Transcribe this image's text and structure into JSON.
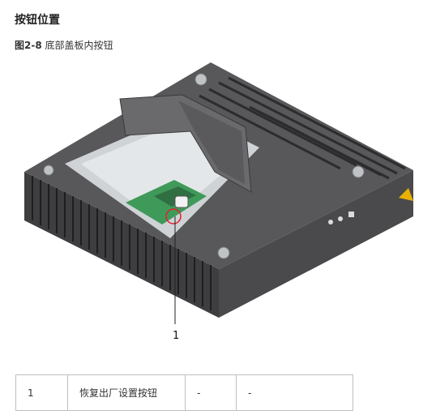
{
  "section": {
    "title": "按钮位置"
  },
  "figure": {
    "number": "图2-8",
    "caption": "底部盖板内按钮",
    "callout": "1"
  },
  "legend_table": {
    "rows": [
      {
        "index": "1",
        "name": "恢复出厂设置按钮",
        "col3": "-",
        "col4": "-"
      }
    ]
  },
  "colors": {
    "chassis": "#58585a",
    "chassis_dark": "#3e3e40",
    "board_green": "#3f9a5a",
    "highlight_red": "#e0212b",
    "warning_yellow": "#e8b100"
  }
}
